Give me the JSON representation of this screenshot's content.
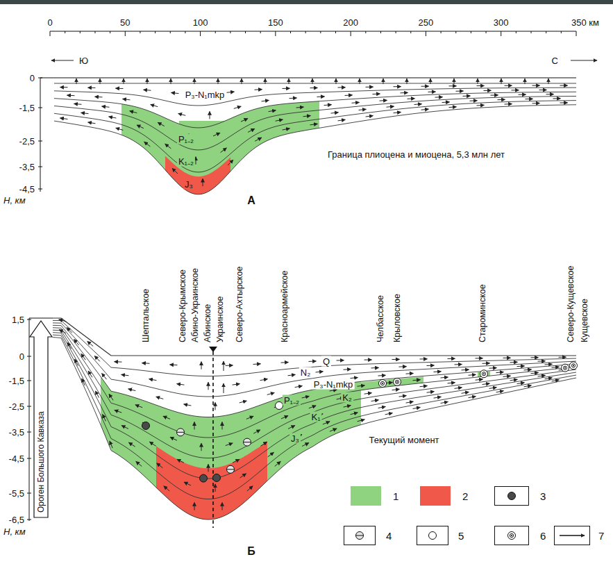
{
  "diagram": {
    "nodes": [
      {
        "text": [
          "Ороген Большого Кавказа"
        ]
      }
    ],
    "labels": [
      "0",
      "50",
      "100",
      "150",
      "200",
      "250",
      "300",
      "350 км",
      "Ю",
      "С",
      "0",
      "-1,5",
      "-2,5",
      "-3,5",
      "-4,5",
      "H, км",
      "P₃-N₁mkp",
      "P₁₋₂",
      "K₁₋₂",
      "J₃",
      "Граница плиоцена и миоцена, 5,3 млн лет",
      "А",
      "1,5",
      "0",
      "-1,5",
      "-2,5",
      "-3,5",
      "-4,5",
      "-5,5",
      "-6,5",
      "H, км",
      "Шептальское",
      "Северо-Крымское",
      "Абино-Украинское",
      "Абинское",
      "Украинское",
      "Северо-Ахтырское",
      "Красноармейское",
      "Челбасское",
      "Крыловское",
      "Староминское",
      "Северо-Кущевское",
      "Кущевское",
      "Q",
      "N₂",
      "P₃-N₁mkp",
      "P₁₋₂",
      "K₂",
      "K₁",
      "J₃",
      "Текущий момент",
      "Б"
    ],
    "legend": [
      {
        "text": "1",
        "color": "#8fd27f"
      },
      {
        "text": "2",
        "color": "#f0584a"
      },
      {
        "text": "3"
      },
      {
        "text": "4"
      },
      {
        "text": "5"
      },
      {
        "text": "6"
      },
      {
        "text": "7"
      }
    ]
  }
}
